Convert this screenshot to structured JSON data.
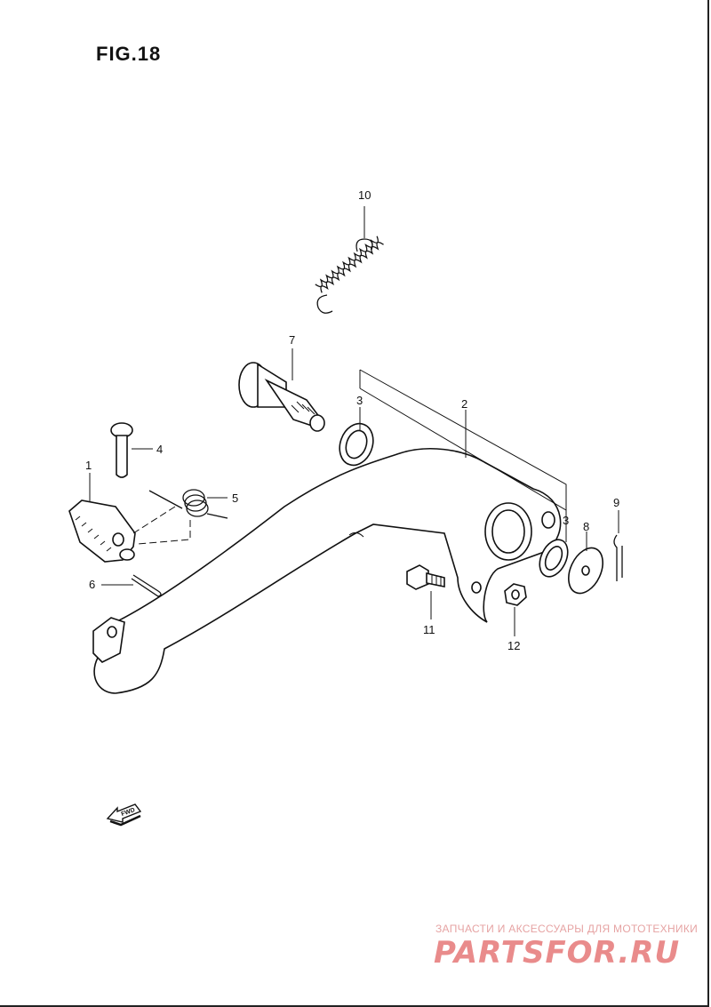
{
  "figure": {
    "title": "FIG.18"
  },
  "callouts": [
    {
      "id": "c10",
      "label": "10"
    },
    {
      "id": "c7",
      "label": "7"
    },
    {
      "id": "c3a",
      "label": "3"
    },
    {
      "id": "c2",
      "label": "2"
    },
    {
      "id": "c4",
      "label": "4"
    },
    {
      "id": "c1",
      "label": "1"
    },
    {
      "id": "c5",
      "label": "5"
    },
    {
      "id": "c3b",
      "label": "3"
    },
    {
      "id": "c9",
      "label": "9"
    },
    {
      "id": "c8",
      "label": "8"
    },
    {
      "id": "c6",
      "label": "6"
    },
    {
      "id": "c11",
      "label": "11"
    },
    {
      "id": "c12",
      "label": "12"
    }
  ],
  "direction_marker": {
    "label": "FWD"
  },
  "watermark": {
    "caption": "ЗАПЧАСТИ И АКСЕССУАРЫ ДЛЯ МОТОТЕХНИКИ",
    "logo": "PARTSFOR.RU"
  }
}
